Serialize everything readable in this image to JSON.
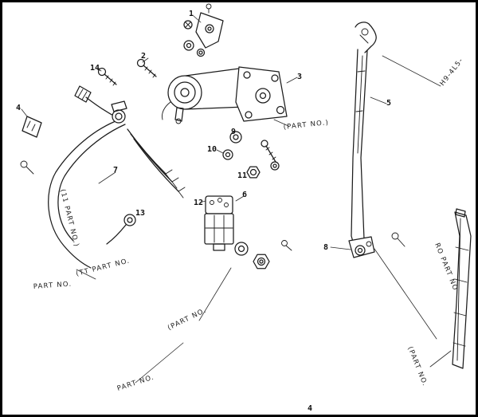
{
  "figure": {
    "background": "#ffffff",
    "line_color": "#1c1c1c",
    "frame_color": "#000000"
  },
  "callouts": [
    {
      "label": "1"
    },
    {
      "label": "2"
    },
    {
      "label": "3"
    },
    {
      "label": "4"
    },
    {
      "label": "5"
    },
    {
      "label": "6"
    },
    {
      "label": "7"
    },
    {
      "label": "8"
    },
    {
      "label": "9"
    },
    {
      "label": "10"
    },
    {
      "label": "11"
    },
    {
      "label": "12"
    },
    {
      "label": "13"
    },
    {
      "label": "14"
    }
  ],
  "page_number": "4",
  "labels": {
    "top_right_code": "H9-4L5-",
    "motor_part_no": "(PART NO.)",
    "harness_part_no_left": "(11 PART NO.)",
    "harness_part_no_diag": "(TT PART NO.",
    "harness_part_no_bottom": "PART NO.",
    "switch_part_no": "(PART NO.",
    "bottom_left_part_no": "PART NO.",
    "blade_part_no": "(PART NO.",
    "arm_part_no": "RO PART NO"
  }
}
